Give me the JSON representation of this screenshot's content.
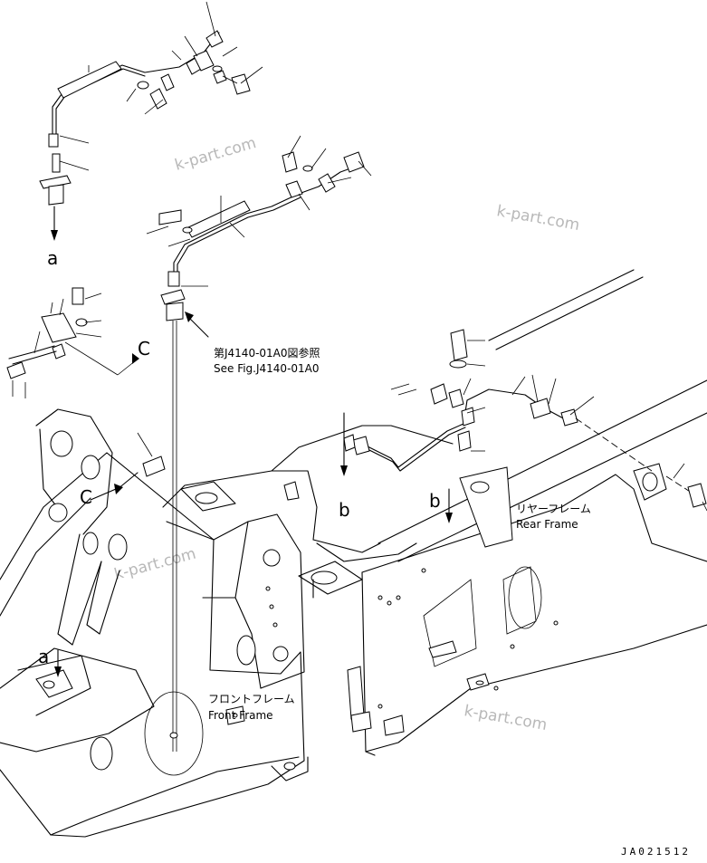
{
  "callouts": {
    "a": "a",
    "b": "b",
    "c": "C"
  },
  "reference": {
    "line_jp": "第J4140-01A0図参照",
    "line_en": "See Fig.J4140-01A0"
  },
  "frames": {
    "rear_jp": "リヤーフレーム",
    "rear_en": "Rear Frame",
    "front_jp": "フロントフレーム",
    "front_en": "Front Frame"
  },
  "watermark": "k-part.com",
  "drawing_code": "JA021512",
  "colors": {
    "line": "#000000",
    "watermark": "#b8b8b8",
    "background": "#ffffff"
  }
}
